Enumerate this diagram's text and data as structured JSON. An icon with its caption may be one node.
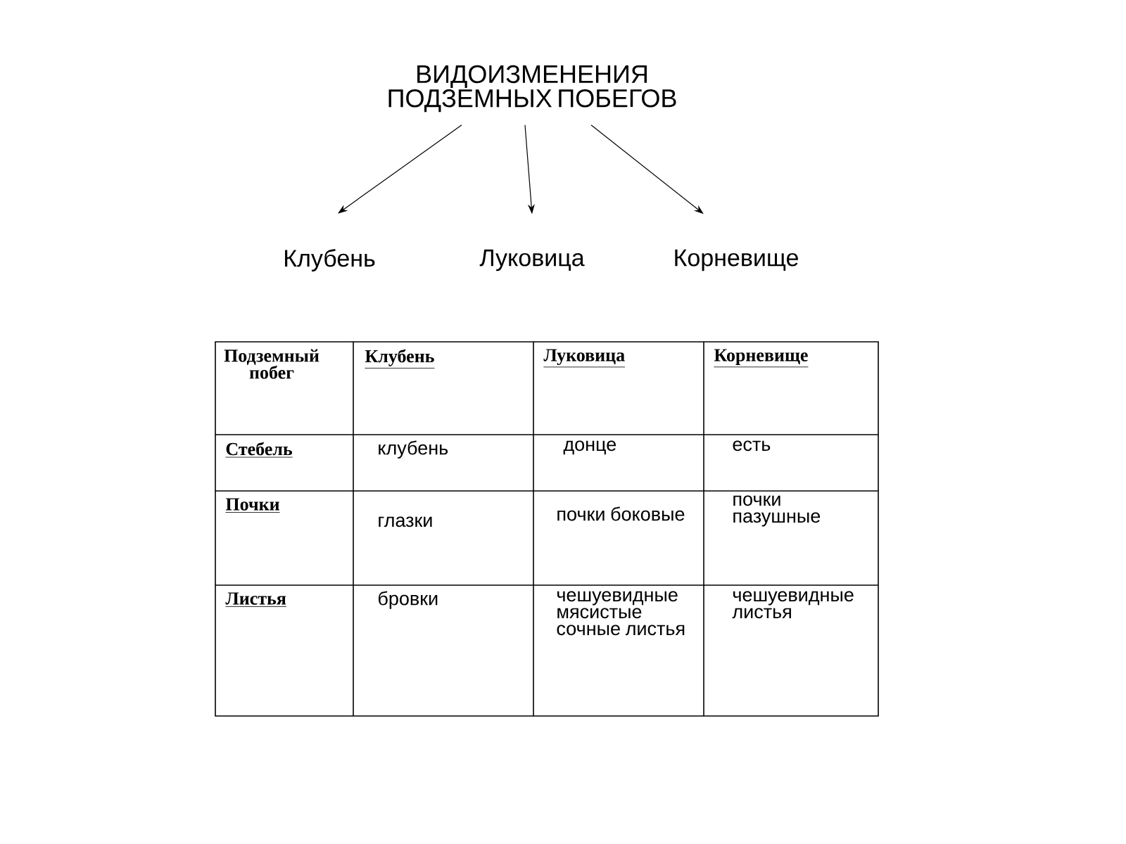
{
  "diagram": {
    "nodes": [
      {
        "text": [
          "ВИДОИЗМЕНЕНИЯ ПОДЗЕМНЫХ ПОБЕГОВ"
        ]
      },
      {
        "text": [
          "Клубень"
        ]
      },
      {
        "text": [
          "Луковица"
        ]
      },
      {
        "text": [
          "Корневище"
        ]
      }
    ],
    "edges": [
      {
        "from": 0,
        "to": 1,
        "arrow": "to"
      },
      {
        "from": 0,
        "to": 2,
        "arrow": "to"
      },
      {
        "from": 0,
        "to": 3,
        "arrow": "to"
      }
    ],
    "labels": [
      "Подземный побег",
      "Клубень",
      "Луковица",
      "Корневище",
      "Стебель",
      "клубень",
      "донце",
      "есть",
      "Почки",
      "глазки",
      "почки боковые",
      "почки пазушные",
      "Листья",
      "бровки",
      "чешуевидные мясистые сочные листья",
      "чешуевидные листья"
    ]
  }
}
